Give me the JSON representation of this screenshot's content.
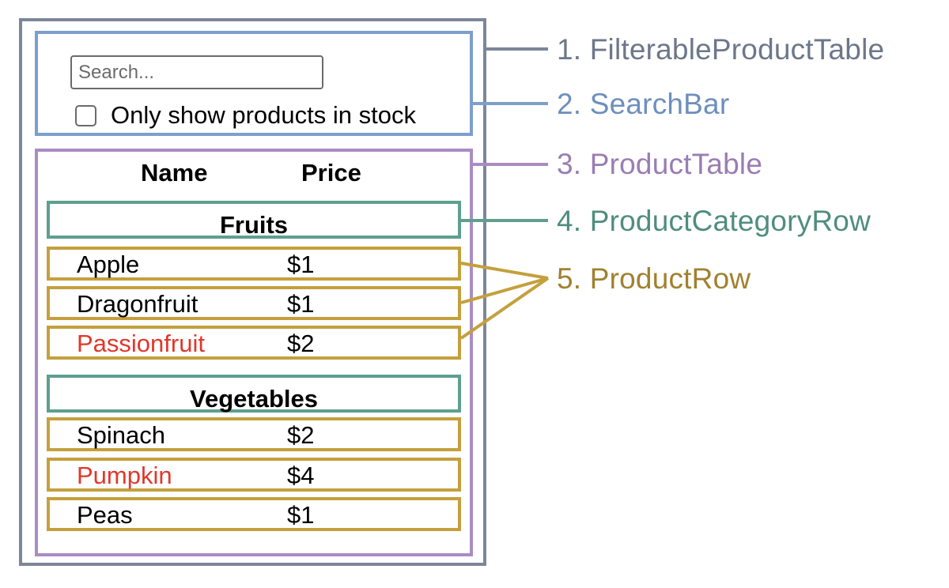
{
  "search_bar": {
    "placeholder": "Search...",
    "checkbox_label": "Only show products in stock"
  },
  "table": {
    "headers": {
      "name": "Name",
      "price": "Price"
    },
    "categories": [
      {
        "name": "Fruits",
        "products": [
          {
            "name": "Apple",
            "price": "$1",
            "stocked": true
          },
          {
            "name": "Dragonfruit",
            "price": "$1",
            "stocked": true
          },
          {
            "name": "Passionfruit",
            "price": "$2",
            "stocked": false
          }
        ]
      },
      {
        "name": "Vegetables",
        "products": [
          {
            "name": "Spinach",
            "price": "$2",
            "stocked": true
          },
          {
            "name": "Pumpkin",
            "price": "$4",
            "stocked": false
          },
          {
            "name": "Peas",
            "price": "$1",
            "stocked": true
          }
        ]
      }
    ]
  },
  "labels": [
    {
      "text": "1. FilterableProductTable",
      "color": "#6d778a"
    },
    {
      "text": "2. SearchBar",
      "color": "#6e8fbd"
    },
    {
      "text": "3. ProductTable",
      "color": "#9a7db3"
    },
    {
      "text": "4. ProductCategoryRow",
      "color": "#4f8d7e"
    },
    {
      "text": "5. ProductRow",
      "color": "#a0812f"
    }
  ],
  "colors": {
    "filterable_product_table": "#7d8699",
    "search_bar": "#7c9fcc",
    "product_table": "#aa8cc4",
    "product_category_row": "#5e9f8f",
    "product_row": "#c4a03d",
    "out_of_stock_text": "#e1372b"
  }
}
